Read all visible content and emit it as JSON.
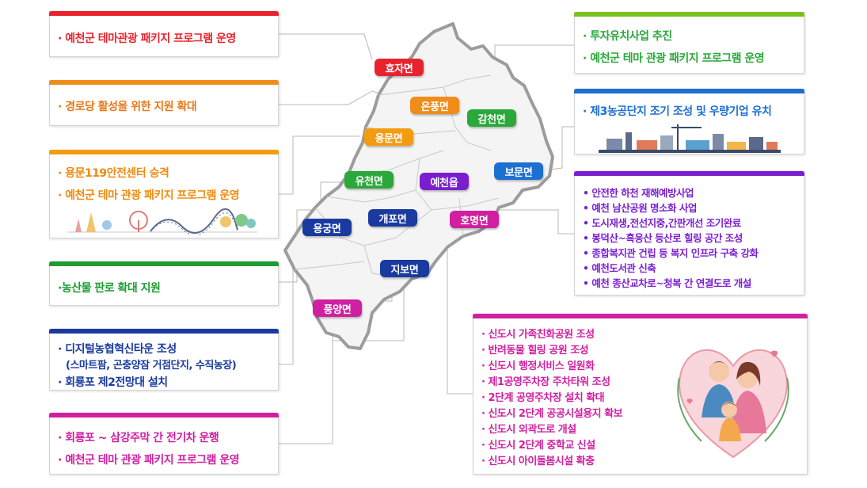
{
  "colors": {
    "red": "#e8232e",
    "orange": "#f39c12",
    "green": "#1e9b32",
    "blue": "#1d6fd0",
    "purple": "#7a1fd0",
    "magenta": "#d01fa0",
    "navy": "#1a3aa0",
    "lime": "#7ac01f"
  },
  "map": {
    "regions": [
      {
        "id": "hyoja",
        "label": "효자면",
        "color": "#e8232e"
      },
      {
        "id": "eunpung",
        "label": "은풍면",
        "color": "#f08c1a"
      },
      {
        "id": "gamcheon",
        "label": "감천면",
        "color": "#2aa83a"
      },
      {
        "id": "yongmun",
        "label": "용문면",
        "color": "#f39c12"
      },
      {
        "id": "yucheon",
        "label": "유천면",
        "color": "#2aa83a"
      },
      {
        "id": "yecheon",
        "label": "예천읍",
        "color": "#7a1fd0"
      },
      {
        "id": "bomun",
        "label": "보문면",
        "color": "#1d6fd0"
      },
      {
        "id": "yonggung",
        "label": "용궁면",
        "color": "#1a3aa0"
      },
      {
        "id": "gaepo",
        "label": "개포면",
        "color": "#1a3aa0"
      },
      {
        "id": "homyeong",
        "label": "호명면",
        "color": "#d01fa0"
      },
      {
        "id": "jibo",
        "label": "지보면",
        "color": "#1a3aa0"
      },
      {
        "id": "pungyang",
        "label": "풍양면",
        "color": "#d01fa0"
      }
    ]
  },
  "left_boxes": [
    {
      "id": "hyoja",
      "items": [
        "· 예천군 테마관광 패키지 프로그램 운영"
      ]
    },
    {
      "id": "eunpung",
      "items": [
        "· 경로당 활성을 위한 지원 확대"
      ]
    },
    {
      "id": "yongmun",
      "items": [
        "· 용문119안전센터 승격",
        "· 예천군 테마 관광 패키지 프로그램 운영"
      ]
    },
    {
      "id": "yucheon",
      "items": [
        "·농산물 판로 확대 지원"
      ]
    },
    {
      "id": "yonggung",
      "items": [
        "· 디지털농협혁신타운 조성",
        "(스마트팜, 곤충양잠 거점단지, 수직농장)",
        "· 회룡포 제2전망대 설치"
      ]
    },
    {
      "id": "pungyang",
      "items": [
        "· 회룡포 ~ 삼강주막 간 전기차 운행",
        "· 예천군 테마 관광 패키지 프로그램 운영"
      ]
    }
  ],
  "right_boxes": [
    {
      "id": "gamcheon",
      "items": [
        "· 투자유치사업 추진",
        "· 예천군 테마 관광 패키지 프로그램 운영"
      ]
    },
    {
      "id": "bomun",
      "items": [
        "· 제3농공단지 조기 조성 및 우량기업 유치"
      ]
    },
    {
      "id": "yecheon",
      "items": [
        "• 안전한 하천 재해예방사업",
        "• 예천 남산공원 명소화 사업",
        "• 도시재생,전선지중,간판개선 조기완료",
        "• 봉덕산~흑응산 등산로 힐링 공간 조성",
        "• 종합복지관 건립 등 복지 인프라 구축 강화",
        "• 예천도서관 신축",
        "• 예천 종산교차로~청복 간 연결도로 개설"
      ]
    },
    {
      "id": "homyeong",
      "items": [
        "· 신도시 가족친화공원 조성",
        "· 반려동물 힐링 공원 조성",
        "· 신도시 행정서비스 일원화",
        "· 제1공영주차장 주차타워 조성",
        "· 2단계 공영주차장 설치 확대",
        "· 신도시 2단계 공공시설용지 확보",
        "· 신도시 외곽도로 개설",
        "· 신도시 2단계 중학교 신설",
        "· 신도시 아이돌봄시설 확충"
      ]
    }
  ]
}
